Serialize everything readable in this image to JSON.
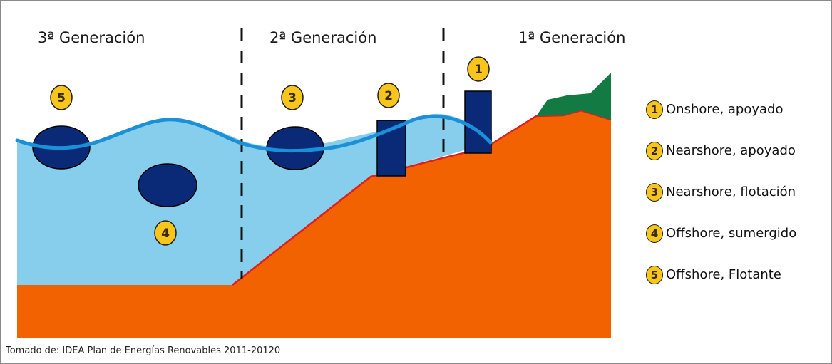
{
  "generations": {
    "third": "3ª Generación",
    "second": "2ª Generación",
    "first": "1ª Generación"
  },
  "badges": {
    "b1": "1",
    "b2": "2",
    "b3": "3",
    "b4": "4",
    "b5": "5"
  },
  "legend": [
    {
      "num": "1",
      "label": "Onshore, apoyado"
    },
    {
      "num": "2",
      "label": "Nearshore, apoyado"
    },
    {
      "num": "3",
      "label": "Nearshore, flotación"
    },
    {
      "num": "4",
      "label": "Offshore, sumergido"
    },
    {
      "num": "5",
      "label": "Offshore, Flotante"
    }
  ],
  "source": "Tomado de: IDEA Plan de Energías Renovables 2011-20120",
  "colors": {
    "water": "#87ceec",
    "wave": "#1a90d8",
    "land": "#f26200",
    "land_edge": "#e01d1d",
    "grass": "#147a44",
    "device": "#0a2a78",
    "badge": "#f7c51c"
  }
}
